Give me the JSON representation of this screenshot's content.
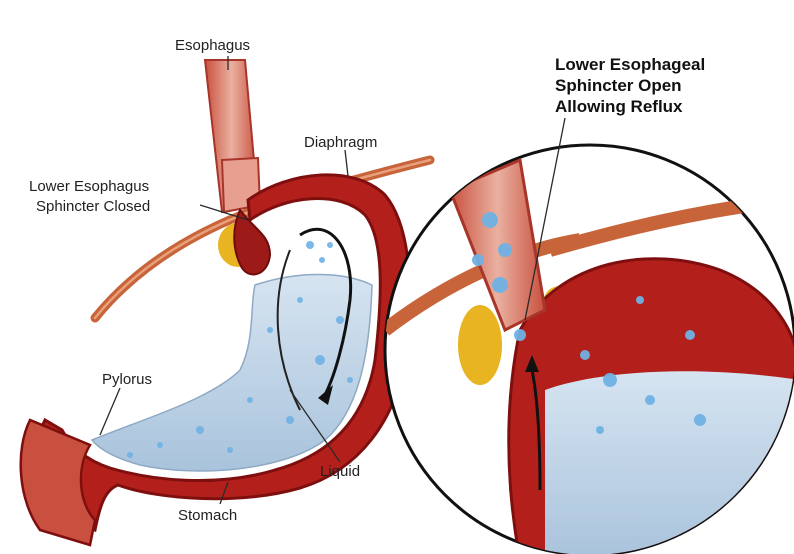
{
  "labels": {
    "esophagus": "Esophagus",
    "diaphragm": "Diaphragm",
    "les_closed_line1": "Lower Esophagus",
    "les_closed_line2": "Sphincter Closed",
    "pylorus": "Pylorus",
    "liquid": "Liquid",
    "stomach": "Stomach",
    "les_open_line1": "Lower Esophageal",
    "les_open_line2": "Sphincter Open",
    "les_open_line3": "Allowing Reflux"
  },
  "colors": {
    "tissue_red": "#b3201c",
    "tissue_dark": "#7e0f0e",
    "muscle_orange": "#c8643a",
    "fat_yellow": "#e8b422",
    "liquid_blue": "#c5d8ea",
    "bubble_blue": "#6fb2e4"
  }
}
